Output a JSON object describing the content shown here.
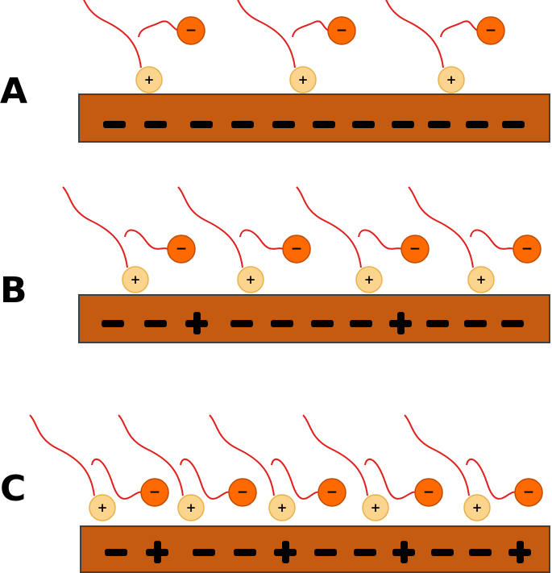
{
  "colors": {
    "surface_fill": "#c55a11",
    "surface_stroke": "#404040",
    "cation_fill": "#fbd58d",
    "cation_stroke": "#e8b24a",
    "anion_fill": "#ff6a00",
    "anion_stroke": "#c24a00",
    "tail": "#e0201e",
    "charge_mark": "#000000"
  },
  "panels": [
    {
      "label": "A",
      "surface_charges": [
        "−",
        "−",
        "−",
        "−",
        "−",
        "−",
        "−",
        "−",
        "−",
        "−",
        "−"
      ],
      "molecules": [
        {
          "cation_sign": "+",
          "anion_sign": "−"
        },
        {
          "cation_sign": "+",
          "anion_sign": "−"
        },
        {
          "cation_sign": "+",
          "anion_sign": "−"
        }
      ]
    },
    {
      "label": "B",
      "surface_charges": [
        "−",
        "−",
        "+",
        "−",
        "−",
        "−",
        "−",
        "+",
        "−",
        "−",
        "−"
      ],
      "molecules": [
        {
          "cation_sign": "+",
          "anion_sign": "−"
        },
        {
          "cation_sign": "+",
          "anion_sign": "−"
        },
        {
          "cation_sign": "+",
          "anion_sign": "−"
        },
        {
          "cation_sign": "+",
          "anion_sign": "−"
        }
      ]
    },
    {
      "label": "C",
      "surface_charges": [
        "−",
        "+",
        "−",
        "−",
        "+",
        "−",
        "−",
        "+",
        "−",
        "−",
        "+"
      ],
      "molecules": [
        {
          "cation_sign": "+",
          "anion_sign": "−"
        },
        {
          "cation_sign": "+",
          "anion_sign": "−"
        },
        {
          "cation_sign": "+",
          "anion_sign": "−"
        },
        {
          "cation_sign": "+",
          "anion_sign": "−"
        },
        {
          "cation_sign": "+",
          "anion_sign": "−"
        }
      ]
    }
  ]
}
